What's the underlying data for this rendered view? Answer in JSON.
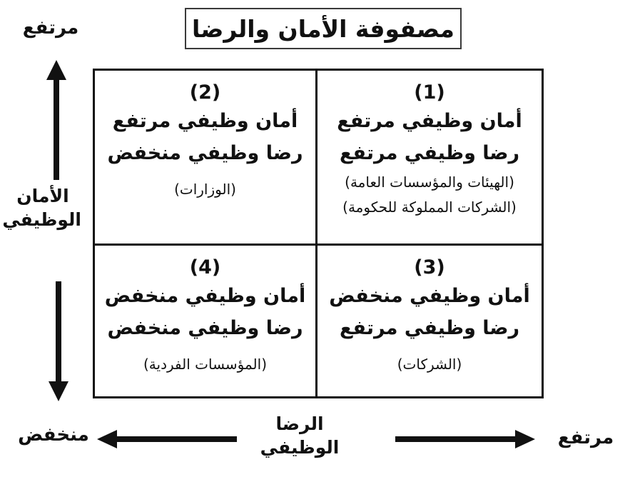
{
  "title": "مصفوفة الأمان والرضا",
  "colors": {
    "ink": "#111111",
    "background": "#ffffff"
  },
  "y_axis": {
    "name_line1": "الأمان",
    "name_line2": "الوظيفي",
    "high_label": "مرتفع"
  },
  "x_axis": {
    "name_line1": "الرضا",
    "name_line2": "الوظيفي",
    "high_label": "مرتفع"
  },
  "low_label": "منخفض",
  "quadrants": {
    "q1": {
      "number": "(1)",
      "security": "أمان وظيفي مرتفع",
      "satisfaction": "رضا وظيفي مرتفع",
      "examples": [
        "(الهيئات والمؤسسات العامة)",
        "(الشركات المملوكة للحكومة)"
      ]
    },
    "q2": {
      "number": "(2)",
      "security": "أمان وظيفي مرتفع",
      "satisfaction": "رضا وظيفي منخفض",
      "examples": [
        "(الوزارات)"
      ]
    },
    "q3": {
      "number": "(3)",
      "security": "أمان وظيفي منخفض",
      "satisfaction": "رضا وظيفي مرتفع",
      "examples": [
        "(الشركات)"
      ]
    },
    "q4": {
      "number": "(4)",
      "security": "أمان وظيفي منخفض",
      "satisfaction": "رضا وظيفي منخفض",
      "examples": [
        "(المؤسسات الفردية)"
      ]
    }
  }
}
